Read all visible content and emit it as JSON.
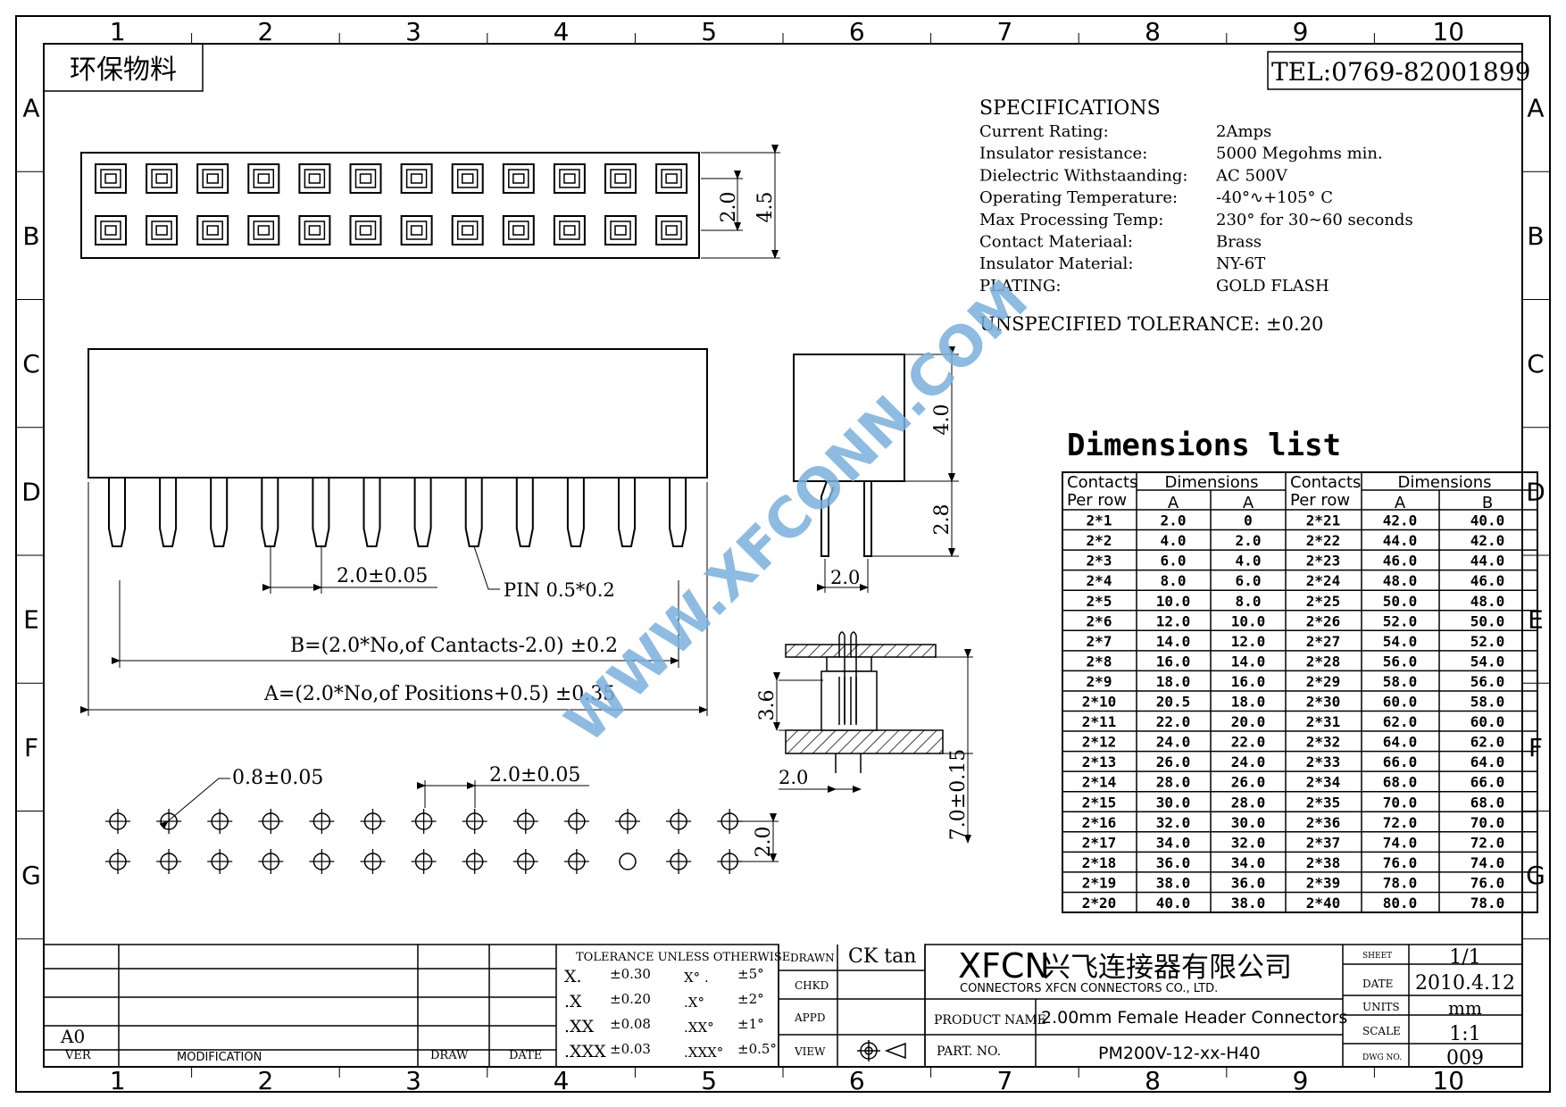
{
  "frame": {
    "columns": [
      "1",
      "2",
      "3",
      "4",
      "5",
      "6",
      "7",
      "8",
      "9",
      "10"
    ],
    "rows": [
      "A",
      "B",
      "C",
      "D",
      "E",
      "F",
      "G"
    ]
  },
  "eco_label": "环保物料",
  "tel": "TEL:0769-82001899",
  "specifications": {
    "heading": "SPECIFICATIONS",
    "items": [
      {
        "label": "Current Rating:",
        "value": "2Amps"
      },
      {
        "label": "Insulator resistance:",
        "value": "5000 Megohms min."
      },
      {
        "label": "Dielectric Withstaanding:",
        "value": "AC 500V"
      },
      {
        "label": "Operating Temperature:",
        "value": "-40°∿+105° C"
      },
      {
        "label": "Max Processing Temp:",
        "value": "230° for 30∼60 seconds"
      },
      {
        "label": "Contact Materiaal:",
        "value": "Brass"
      },
      {
        "label": "Insulator Material:",
        "value": "NY-6T"
      },
      {
        "label": "PLATING:",
        "value": "GOLD FLASH"
      }
    ],
    "tolerance": "UNSPECIFIED TOLERANCE: ±0.20"
  },
  "dimensions": {
    "top_pitch": "2.0",
    "top_height": "4.5",
    "pin_pitch": "2.0±0.05",
    "pin_label": "PIN 0.5*0.2",
    "b_formula": "B=(2.0*No,of Cantacts-2.0) ±0.2",
    "a_formula": "A=(2.0*No,of Positions+0.5) ±0.35",
    "side_height": "4.0",
    "side_pin": "2.8",
    "side_pitch": "2.0",
    "pcb_stack": "3.6",
    "pcb_pitch": "2.0",
    "pcb_total": "7.0±0.15",
    "hole_dia": "0.8±0.05",
    "hole_pitch": "2.0±0.05",
    "hole_row": "2.0"
  },
  "watermark": "WWW.XFCONN.COM",
  "dim_list": {
    "title": "Dimensions list",
    "headers": {
      "contacts": "Contacts",
      "per_row": "Per row",
      "dimensions": "Dimensions",
      "a": "A",
      "b": "B"
    },
    "rows": [
      [
        "2*1",
        "2.0",
        "0",
        "2*21",
        "42.0",
        "40.0"
      ],
      [
        "2*2",
        "4.0",
        "2.0",
        "2*22",
        "44.0",
        "42.0"
      ],
      [
        "2*3",
        "6.0",
        "4.0",
        "2*23",
        "46.0",
        "44.0"
      ],
      [
        "2*4",
        "8.0",
        "6.0",
        "2*24",
        "48.0",
        "46.0"
      ],
      [
        "2*5",
        "10.0",
        "8.0",
        "2*25",
        "50.0",
        "48.0"
      ],
      [
        "2*6",
        "12.0",
        "10.0",
        "2*26",
        "52.0",
        "50.0"
      ],
      [
        "2*7",
        "14.0",
        "12.0",
        "2*27",
        "54.0",
        "52.0"
      ],
      [
        "2*8",
        "16.0",
        "14.0",
        "2*28",
        "56.0",
        "54.0"
      ],
      [
        "2*9",
        "18.0",
        "16.0",
        "2*29",
        "58.0",
        "56.0"
      ],
      [
        "2*10",
        "20.5",
        "18.0",
        "2*30",
        "60.0",
        "58.0"
      ],
      [
        "2*11",
        "22.0",
        "20.0",
        "2*31",
        "62.0",
        "60.0"
      ],
      [
        "2*12",
        "24.0",
        "22.0",
        "2*32",
        "64.0",
        "62.0"
      ],
      [
        "2*13",
        "26.0",
        "24.0",
        "2*33",
        "66.0",
        "64.0"
      ],
      [
        "2*14",
        "28.0",
        "26.0",
        "2*34",
        "68.0",
        "66.0"
      ],
      [
        "2*15",
        "30.0",
        "28.0",
        "2*35",
        "70.0",
        "68.0"
      ],
      [
        "2*16",
        "32.0",
        "30.0",
        "2*36",
        "72.0",
        "70.0"
      ],
      [
        "2*17",
        "34.0",
        "32.0",
        "2*37",
        "74.0",
        "72.0"
      ],
      [
        "2*18",
        "36.0",
        "34.0",
        "2*38",
        "76.0",
        "74.0"
      ],
      [
        "2*19",
        "38.0",
        "36.0",
        "2*39",
        "78.0",
        "76.0"
      ],
      [
        "2*20",
        "40.0",
        "38.0",
        "2*40",
        "80.0",
        "78.0"
      ]
    ]
  },
  "title_block": {
    "revision": {
      "ver_value": "A0",
      "ver": "VER",
      "modification": "MODIFICATION",
      "draw": "DRAW",
      "date": "DATE"
    },
    "tolerance": {
      "heading": "TOLERANCE UNLESS OTHERWISE",
      "rows": [
        {
          "key": "X.",
          "val": "±0.30",
          "akey": "X° .",
          "aval": "±5°"
        },
        {
          "key": ".X",
          "val": "±0.20",
          "akey": ".X°",
          "aval": "±2°"
        },
        {
          "key": ".XX",
          "val": "±0.08",
          "akey": ".XX°",
          "aval": "±1°"
        },
        {
          "key": ".XXX",
          "val": "±0.03",
          "akey": ".XXX°",
          "aval": "±0.5°"
        }
      ]
    },
    "drawn_label": "DRAWN",
    "drawn_value": "CK tan",
    "chkd_label": "CHKD",
    "appd_label": "APPD",
    "view_label": "VIEW",
    "company_brand": "XFCN",
    "company_cn": "兴飞连接器有限公司",
    "company_en": "CONNECTORS XFCN CONNECTORS CO., LTD.",
    "product_name_label": "PRODUCT NAME",
    "product_name": "2.00mm Female Header Connectors",
    "part_no_label": "PART. NO.",
    "part_no": "PM200V-12-xx-H40",
    "sheet_label": "SHEET",
    "sheet": "1/1",
    "date_label": "DATE",
    "date": "2010.4.12",
    "units_label": "UNITS",
    "units": "mm",
    "scale_label": "SCALE",
    "scale": "1:1",
    "dwg_label": "DWG NO.",
    "dwg": "009"
  }
}
